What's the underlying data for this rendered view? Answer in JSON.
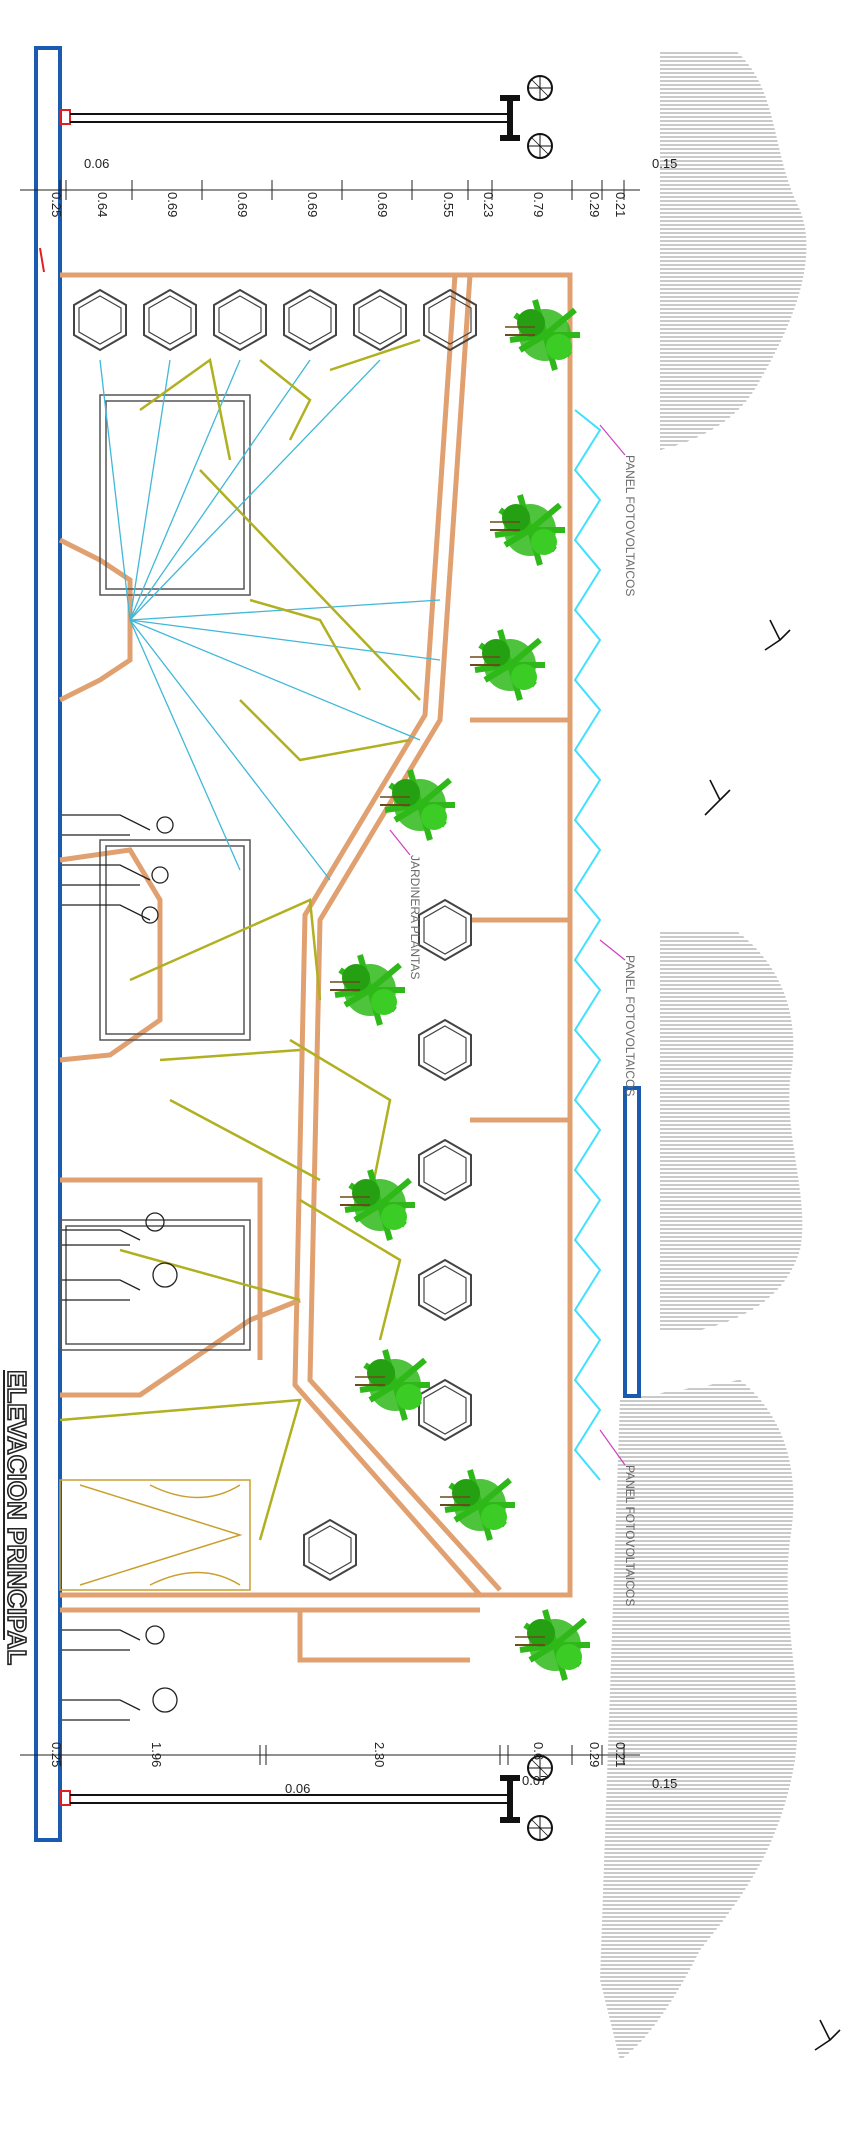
{
  "drawing": {
    "title": "ELEVACION PRINCIPAL",
    "top_dimensions": [
      "0.25",
      "0.64",
      "0.69",
      "0.69",
      "0.69",
      "0.69",
      "0.55",
      "0.23",
      "0.79",
      "0.29",
      "0.21"
    ],
    "top_small_dims": [
      "0.06",
      "0.15"
    ],
    "bottom_dimensions": [
      "0.25",
      "1.96",
      "2.30",
      "0.6",
      "0.29",
      "0.21"
    ],
    "bottom_small_dims": [
      "0.06",
      "0.07",
      "0.15"
    ],
    "notes": [
      "PANEL FOTOVOLTAICOS",
      "PANEL FOTOVOLTAICOS",
      "PANEL FOTOVOLTAICOS",
      "JARDINERA PLANTAS"
    ],
    "colors": {
      "blue_frame": "#1a5bb0",
      "wood_frame": "#e0a070",
      "olive_lines": "#b0b020",
      "cyan_lines": "#40b8d8",
      "panel_cyan": "#40e0ff",
      "plant_green": "#2fb81a",
      "hill_gray": "#888888",
      "note_magenta": "#d040c0",
      "red_accent": "#e02020"
    }
  }
}
